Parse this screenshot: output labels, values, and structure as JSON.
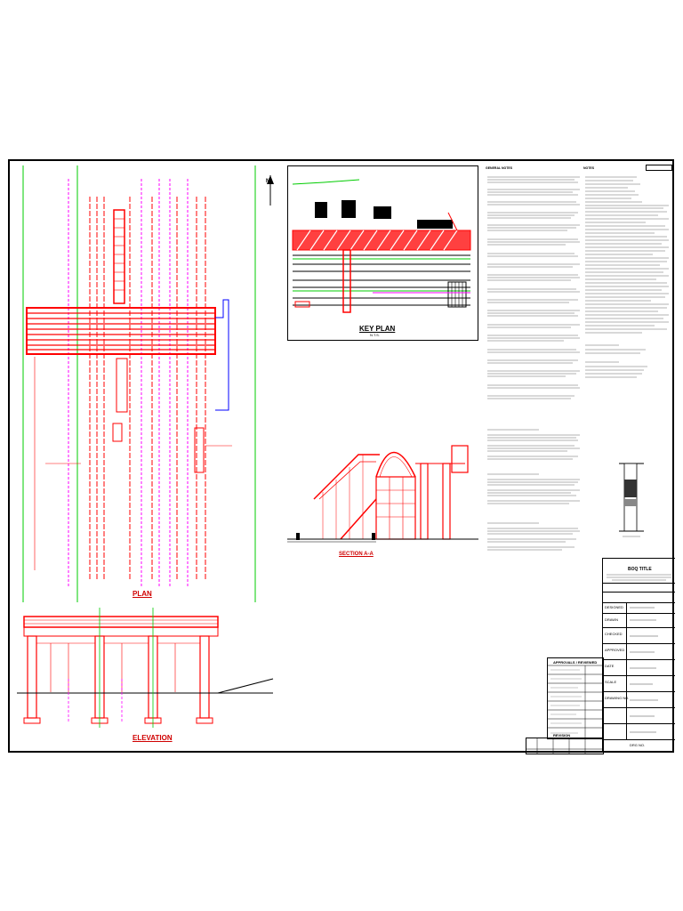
{
  "sheet": {
    "left_drawing_labels": {
      "plan": "PLAN",
      "elevation": "ELEVATION"
    },
    "key_plan": {
      "title": "KEY PLAN",
      "scale": "N.T.S.",
      "north": "N"
    },
    "section": {
      "title": "SECTION A-A"
    },
    "notes_headings": {
      "general_notes": "GENERAL NOTES",
      "notes": "NOTES"
    },
    "title_block": {
      "drawing_title": "BOQ TITLE",
      "row_labels": [
        "DESIGNED",
        "DRAWN",
        "CHECKED",
        "APPROVED",
        "DATE",
        "SCALE",
        "DRAWING NO."
      ],
      "approvals_heading": "APPROVALS / REVIEWED",
      "revision_heading": "REVISION",
      "drawing_no": "DRG NO."
    },
    "colors": {
      "red": "#ff0000",
      "magenta": "#ff00ff",
      "green": "#00cc00",
      "blue": "#0000ff",
      "black": "#000000"
    }
  }
}
